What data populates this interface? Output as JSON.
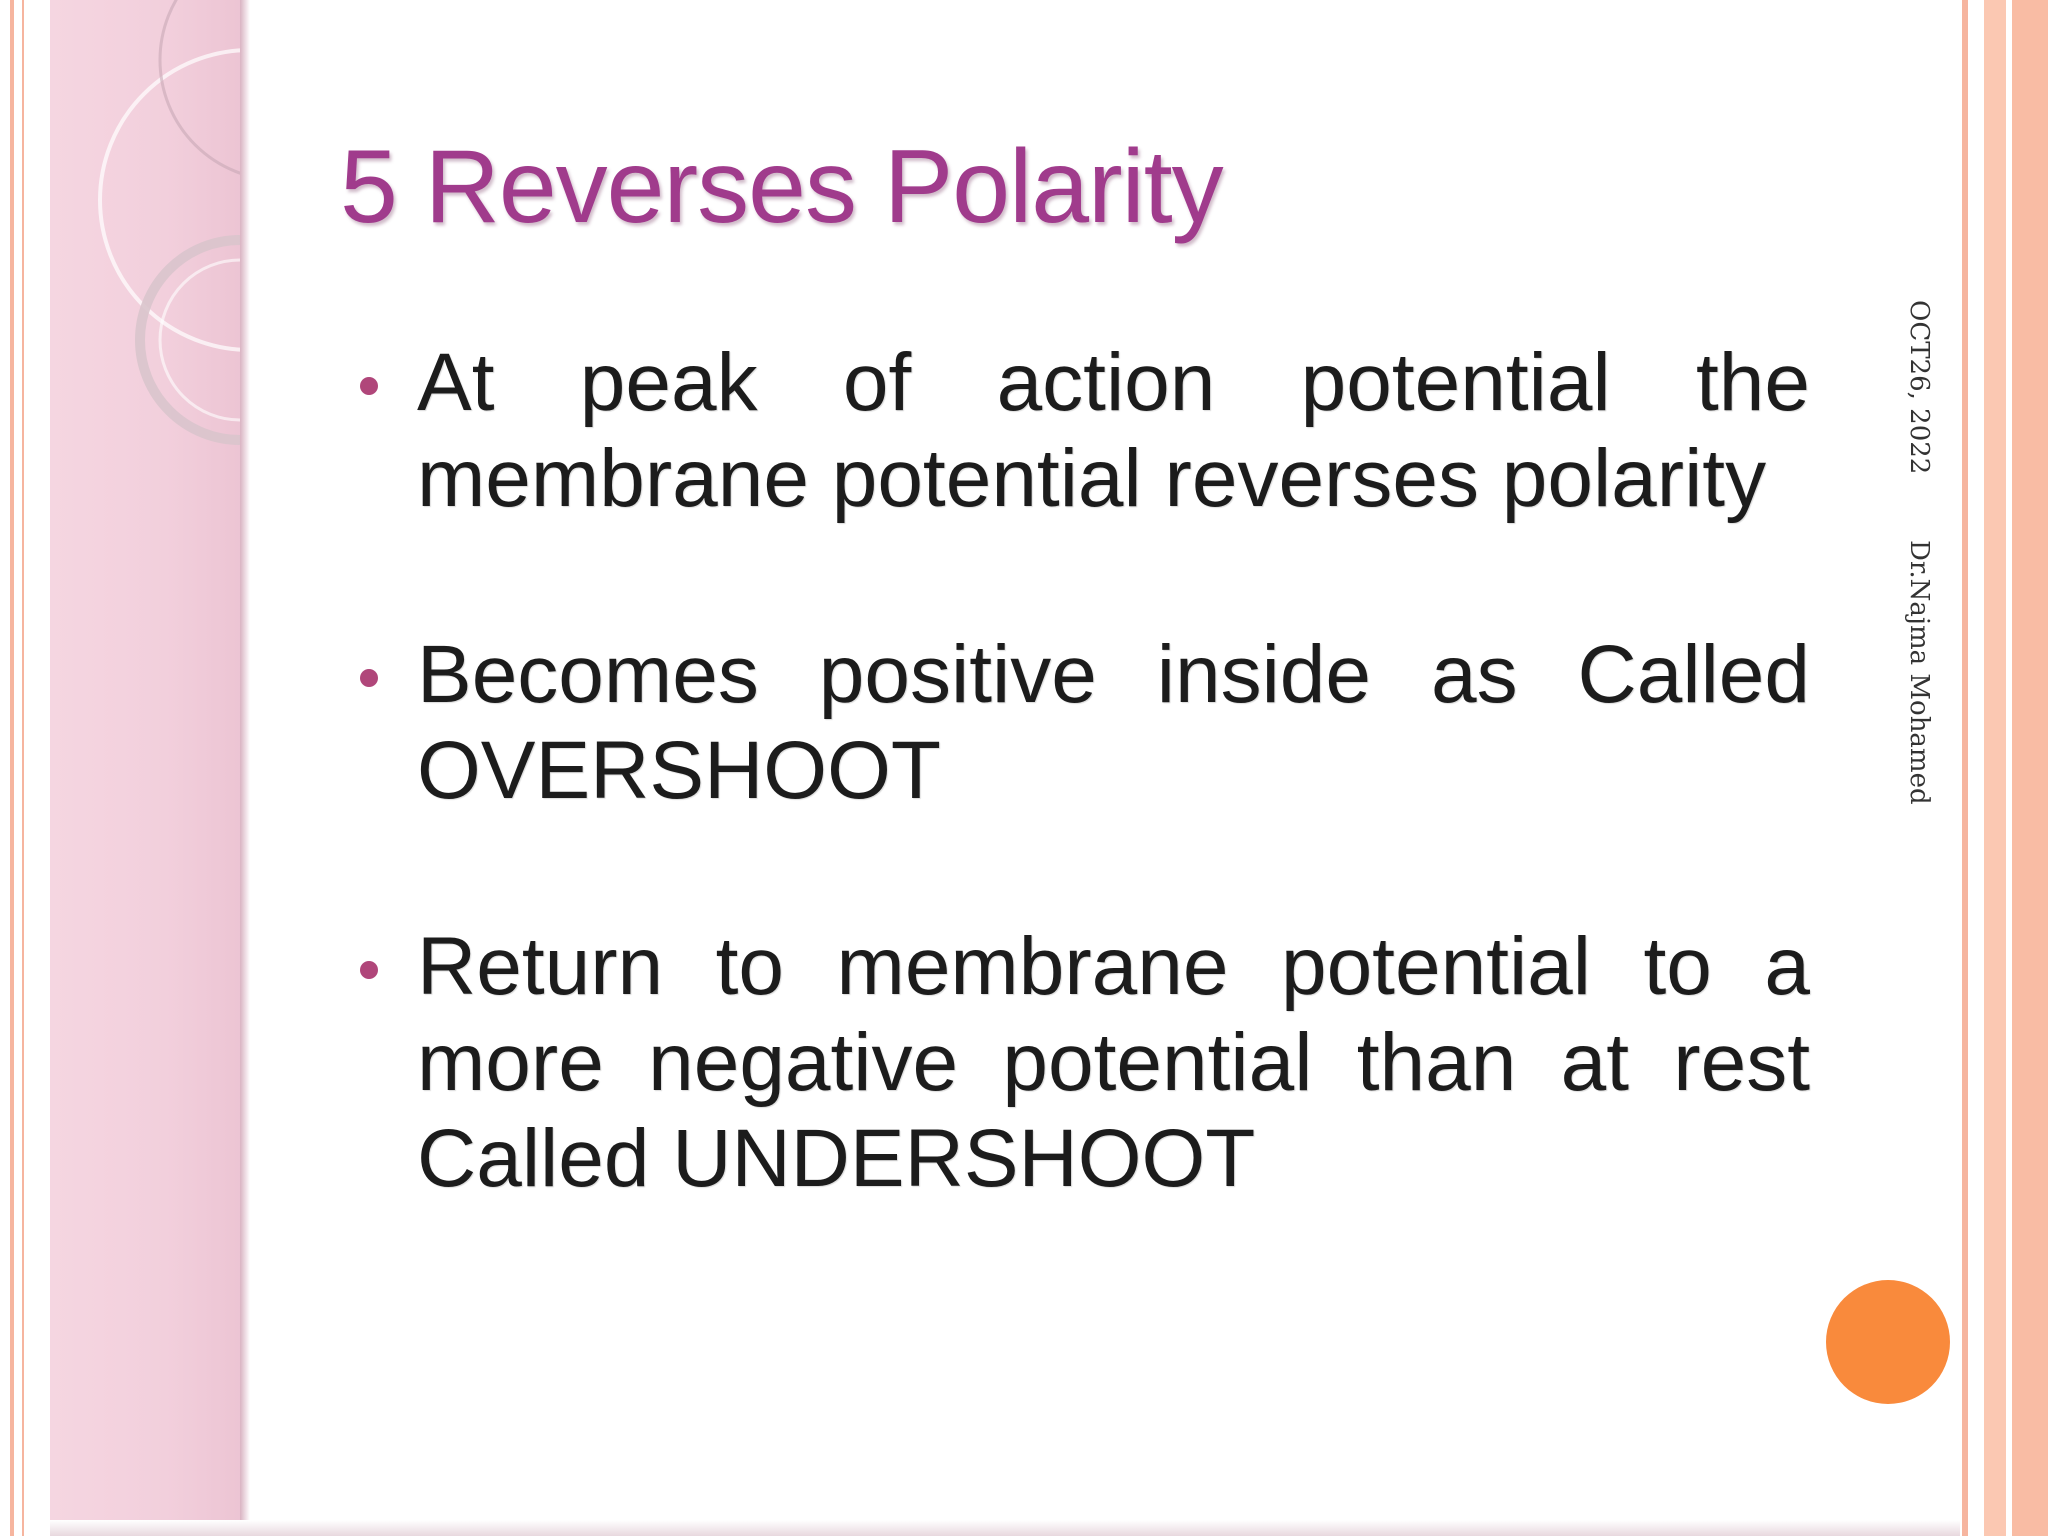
{
  "slide": {
    "title": "5 Reverses Polarity",
    "bullets": [
      "At peak of action potential the membrane potential reverses polarity",
      "Becomes positive inside as  Called OVERSHOOT",
      "Return to membrane potential to a more negative potential than at rest Called UNDERSHOOT"
    ]
  },
  "sidebar": {
    "date": "OCT26, 2022",
    "author": "Dr.Najma Mohamed"
  },
  "colors": {
    "title": "#a03b8c",
    "bullet_dot": "#b0467a",
    "frame": "#f6b59f",
    "accent_circle": "#f98a3c",
    "pink_band": "#f2cfdc"
  }
}
